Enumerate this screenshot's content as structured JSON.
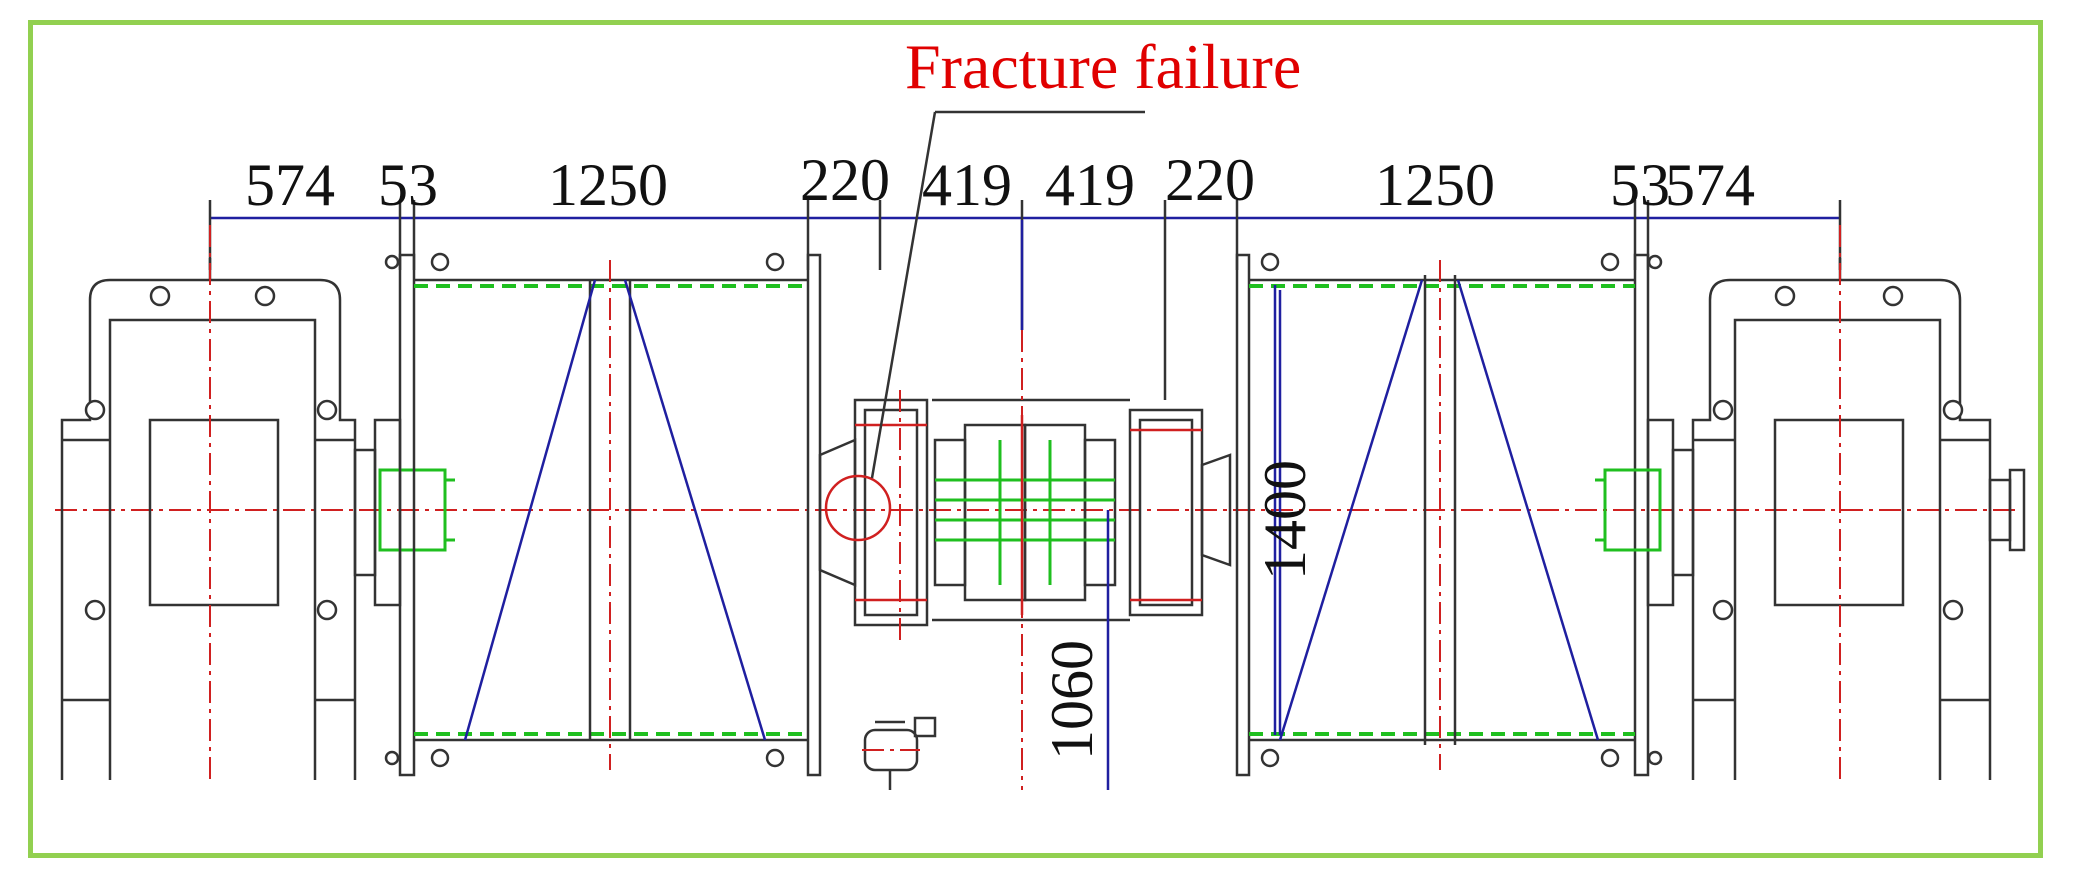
{
  "annotation": {
    "label": "Fracture failure",
    "color": "#e00000"
  },
  "dimensions": {
    "top_chain": [
      "574",
      "53",
      "1250",
      "220",
      "419",
      "419",
      "220",
      "1250",
      "53",
      "574"
    ],
    "vertical": [
      "1400",
      "1060"
    ]
  },
  "colors": {
    "border": "#92d050",
    "centerline": "#d02020",
    "dimension_line": "#1f1fa0",
    "weld": "#1fbf1f"
  }
}
